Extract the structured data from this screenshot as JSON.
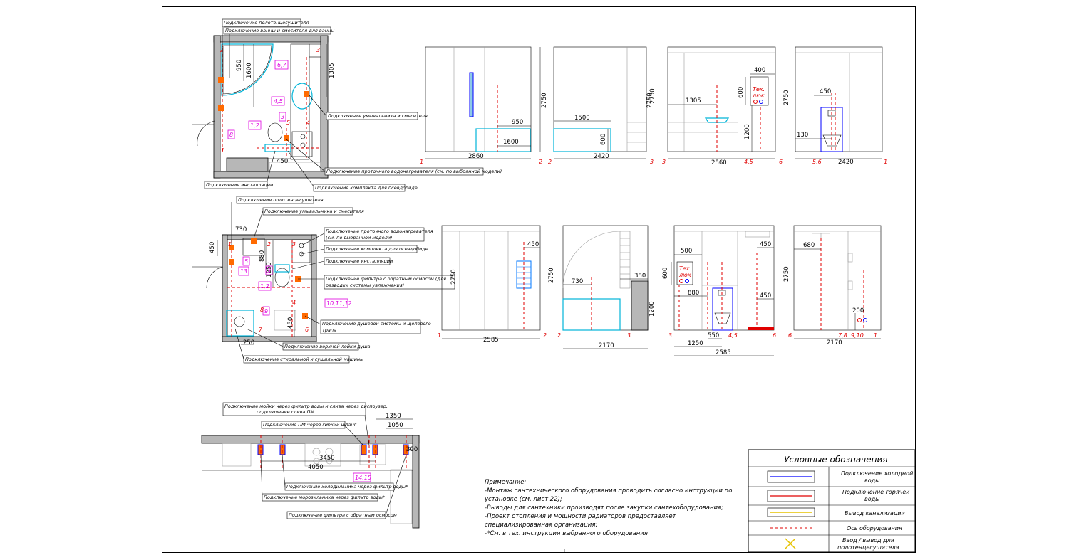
{
  "plan1": {
    "callouts": [
      "Подключение полотенцесушителя",
      "Подключение ванны и смесителя для ванны",
      "Подключение умывальника и смесителя",
      "Подключение проточного водонагревателя (см. по выбранной модели)",
      "Подключение инсталляции",
      "Подключение комплекта для псевдобиде"
    ],
    "dims": [
      "950",
      "1600",
      "1305",
      "450"
    ],
    "tags": [
      "6,7",
      "4,5",
      "3",
      "1,2",
      "8"
    ],
    "axes": [
      "2",
      "3",
      "4",
      "5",
      "1"
    ]
  },
  "plan2": {
    "callouts": [
      "Подключение полотенцесушителя",
      "Подключение умывальника и смесителя",
      "Подключение проточного водонагревателя",
      "(см. по выбранной модели)",
      "Подключение комплекта для псевдобиде",
      "Подключение инсталляции",
      "Подключение фильтра с обратным осмосом (для",
      "разводки системы увлажнения)",
      "Подключение душевой системы и щелевого",
      "трапа",
      "Подключение верхней лейки душа",
      "Подключение стиральной и сушильной машины"
    ],
    "dims": [
      "730",
      "450",
      "880",
      "1250",
      "450",
      "250"
    ],
    "tags": [
      "5",
      "13",
      "3",
      "1,2",
      "9",
      "10,11,12"
    ],
    "axes": [
      "1",
      "2",
      "3",
      "4",
      "6",
      "7",
      "8"
    ]
  },
  "kitchen": {
    "callouts": [
      "Подключение мойки через фильтр воды и слива через диспоузер,",
      "подключение слива ПМ",
      "Подключение ПМ через гибкий шланг",
      "Подключение холодильника через фильтр воды*",
      "Подключение морозильника через фильтр воды*",
      "Подключение фильтра с обратным осмосом"
    ],
    "dims": [
      "1350",
      "1050",
      "3450",
      "300",
      "4050"
    ],
    "tags": [
      "14,15"
    ]
  },
  "elevations_top": [
    {
      "dims": [
        "2750",
        "950",
        "1600",
        "2860"
      ],
      "axes": [
        "1",
        "2"
      ]
    },
    {
      "dims": [
        "2750",
        "1500",
        "600",
        "2420"
      ],
      "axes": [
        "2",
        "3"
      ]
    },
    {
      "dims": [
        "2750",
        "1305",
        "400",
        "600",
        "1200",
        "2860"
      ],
      "axes": [
        "3",
        "4,5",
        "6"
      ],
      "tech": [
        "Тех.",
        "люк"
      ]
    },
    {
      "dims": [
        "2750",
        "450",
        "130",
        "2420"
      ],
      "axes": [
        "5,6",
        "1"
      ]
    }
  ],
  "elevations_bottom": [
    {
      "dims": [
        "2750",
        "450",
        "2585"
      ],
      "axes": [
        "1",
        "2"
      ]
    },
    {
      "dims": [
        "2750",
        "730",
        "380",
        "1200",
        "2170"
      ],
      "axes": [
        "2",
        "3"
      ]
    },
    {
      "dims": [
        "500",
        "600",
        "880",
        "450",
        "450",
        "550",
        "1250",
        "2585"
      ],
      "axes": [
        "3",
        "4,5",
        "6"
      ],
      "tech": [
        "Тех.",
        "люк"
      ]
    },
    {
      "dims": [
        "2750",
        "680",
        "200",
        "2170"
      ],
      "axes": [
        "6",
        "7,8",
        "9,10",
        "1"
      ]
    }
  ],
  "note": {
    "lines": [
      "Примечание:",
      "-Монтаж сантехнического оборудования проводить согласно инструкции по",
      "установке (см. лист 22);",
      "-Выводы для сантехники производят после закупки сантехоборудования;",
      "-Проект отопления и мощности радиаторов предоставляет",
      "специализированная организация;",
      "-*См. в тех. инструкции выбранного оборудования"
    ]
  },
  "legend": {
    "title": "Условные обозначения",
    "rows": [
      {
        "label1": "Подключение холодной",
        "label2": "воды",
        "symbol": "cold"
      },
      {
        "label1": "Подключение горячей",
        "label2": "воды",
        "symbol": "hot"
      },
      {
        "label1": "Вывод канализации",
        "label2": "",
        "symbol": "sewer"
      },
      {
        "label1": "Ось оборудования",
        "label2": "",
        "symbol": "axis"
      },
      {
        "label1": "Ввод / вывод для",
        "label2": "полотенцесушителя",
        "symbol": "towel"
      }
    ],
    "colors": {
      "cold": "#0000ff",
      "hot": "#e00000",
      "sewer": "#e6c200",
      "axis": "#e00000",
      "towel": "#e6c200"
    }
  }
}
